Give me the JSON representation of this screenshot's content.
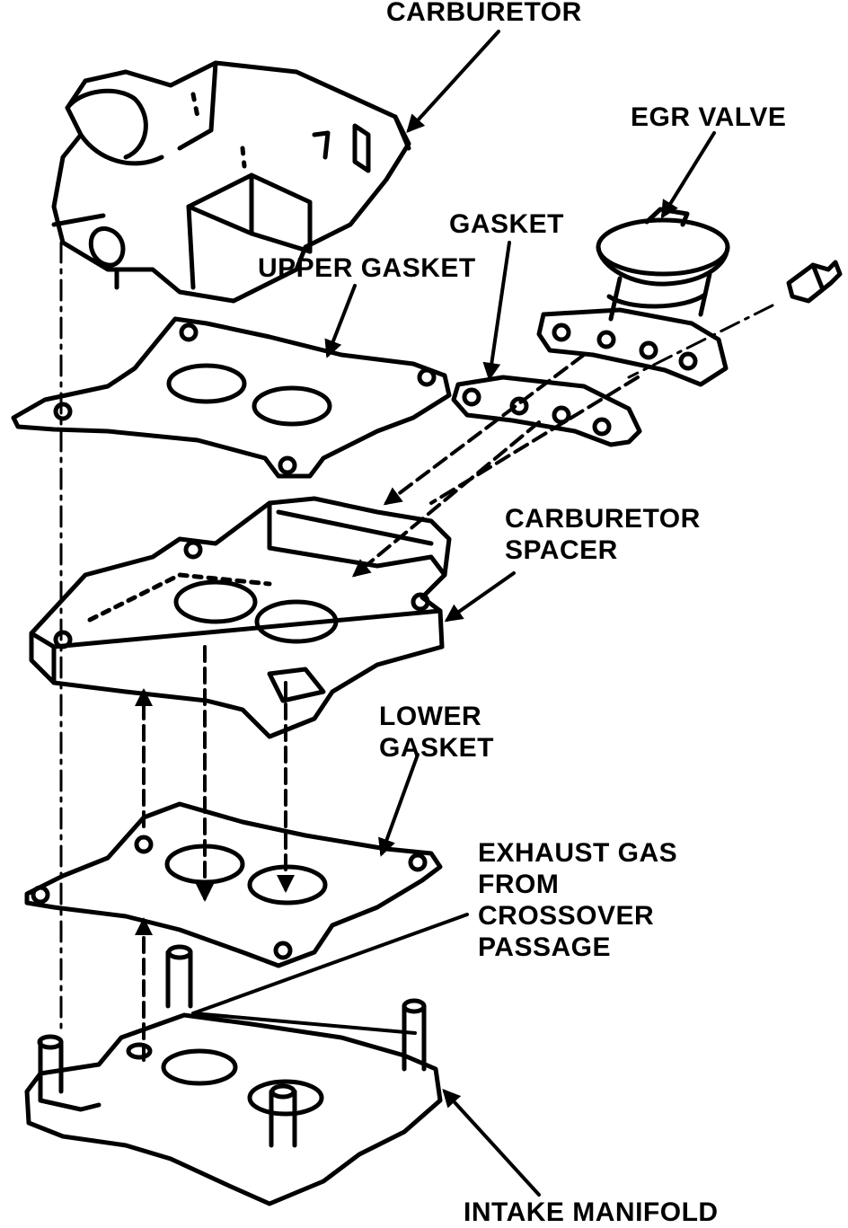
{
  "labels": {
    "carburetor": "CARBURETOR",
    "egr_valve": "EGR VALVE",
    "gasket": "GASKET",
    "upper_gasket": "UPPER GASKET",
    "carburetor_spacer": "CARBURETOR\nSPACER",
    "lower_gasket": "LOWER\nGASKET",
    "exhaust_gas": "EXHAUST GAS\nFROM\nCROSSOVER\nPASSAGE",
    "intake_manifold": "INTAKE MANIFOLD"
  },
  "colors": {
    "ink": "#000000",
    "paper": "#ffffff"
  }
}
